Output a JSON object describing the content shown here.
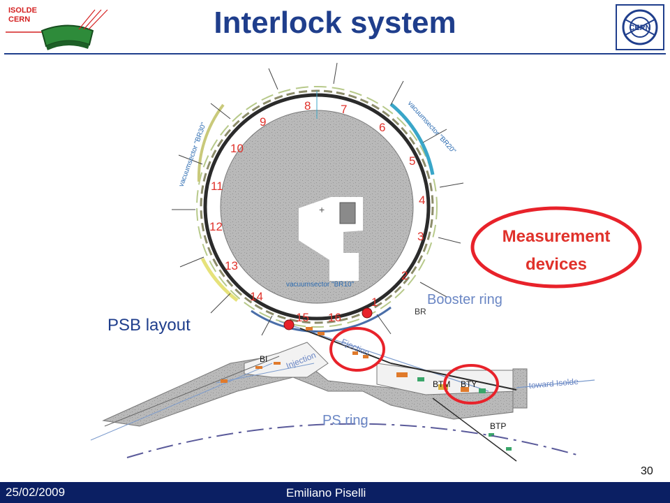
{
  "header": {
    "title": "Interlock system",
    "logo_left_text_1": "ISOLDE",
    "logo_left_text_2": "CERN",
    "logo_right_text": "CERN"
  },
  "diagram": {
    "sector_numbers": [
      "1",
      "2",
      "3",
      "4",
      "5",
      "6",
      "7",
      "8",
      "9",
      "10",
      "11",
      "12",
      "13",
      "14",
      "15",
      "16"
    ],
    "vacuum_labels": {
      "br30": "vacuumsector \"BR30\"",
      "br20": "vacuumsector \"BR20\"",
      "br10": "vacuumsector \"BR10\""
    },
    "labels": {
      "booster_ring": "Booster ring",
      "br": "BR",
      "psb_layout": "PSB layout",
      "measurement_1": "Measurement",
      "measurement_2": "devices",
      "bi": "BI",
      "injection": "Injection",
      "ejection": "Ejection",
      "btm": "BTM",
      "bty": "BTY",
      "toward_isolde": "toward Isolde",
      "ps_ring": "PS ring",
      "btp": "BTP"
    },
    "colors": {
      "title_blue": "#1f3e8c",
      "marker_red": "#e8222a",
      "sector_number_red": "#e0312a",
      "booster_blue": "#6a86c4",
      "footer_navy": "#0b1f63"
    }
  },
  "footer": {
    "date": "25/02/2009",
    "author": "Emiliano Piselli",
    "page_number": "30"
  }
}
